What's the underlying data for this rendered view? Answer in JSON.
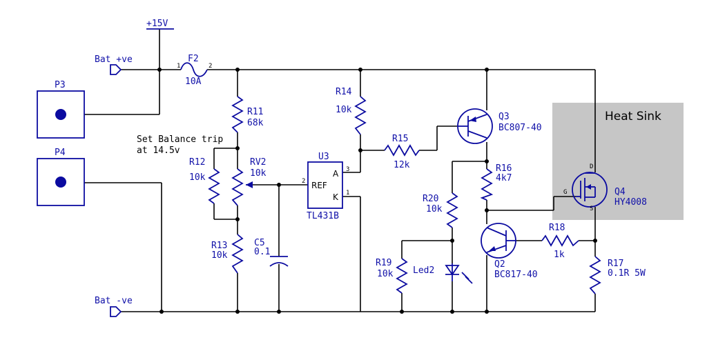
{
  "power": {
    "rail_label": "+15V",
    "bat_pos": "Bat +ve",
    "bat_neg": "Bat -ve"
  },
  "connectors": [
    {
      "ref": "P3"
    },
    {
      "ref": "P4"
    }
  ],
  "fuse": {
    "ref": "F2",
    "value": "10A",
    "pin1": "1",
    "pin2": "2"
  },
  "note": {
    "line1": "Set Balance trip",
    "line2": "at 14.5v"
  },
  "heatsink": {
    "label": "Heat Sink",
    "color": "#c6c6c6"
  },
  "resistors": {
    "R11": {
      "ref": "R11",
      "value": "68k"
    },
    "R12": {
      "ref": "R12",
      "value": "10k"
    },
    "RV2": {
      "ref": "RV2",
      "value": "10k"
    },
    "R13": {
      "ref": "R13",
      "value": "10k"
    },
    "R14": {
      "ref": "R14",
      "value": "10k"
    },
    "R15": {
      "ref": "R15",
      "value": "12k"
    },
    "R16": {
      "ref": "R16",
      "value": "4k7"
    },
    "R17": {
      "ref": "R17",
      "value": "0.1R 5W"
    },
    "R18": {
      "ref": "R18",
      "value": "1k"
    },
    "R19": {
      "ref": "R19",
      "value": "10k"
    },
    "R20": {
      "ref": "R20",
      "value": "10k"
    }
  },
  "capacitor": {
    "ref": "C5",
    "value": "0.1"
  },
  "ic": {
    "ref": "U3",
    "part": "TL431B",
    "pin_ref": "REF",
    "pin_a": "A",
    "pin_k": "K",
    "num_ref": "2",
    "num_a": "3",
    "num_k": "1"
  },
  "transistors": {
    "Q3": {
      "ref": "Q3",
      "part": "BC807-40"
    },
    "Q2": {
      "ref": "Q2",
      "part": "BC817-40"
    },
    "Q4": {
      "ref": "Q4",
      "part": "HY4008",
      "pin_d": "D",
      "pin_g": "G",
      "pin_s": "S"
    }
  },
  "led": {
    "ref": "Led2"
  },
  "colors": {
    "component": "#0b0ba0",
    "wire": "#000000",
    "heatsink": "#c6c6c6"
  }
}
